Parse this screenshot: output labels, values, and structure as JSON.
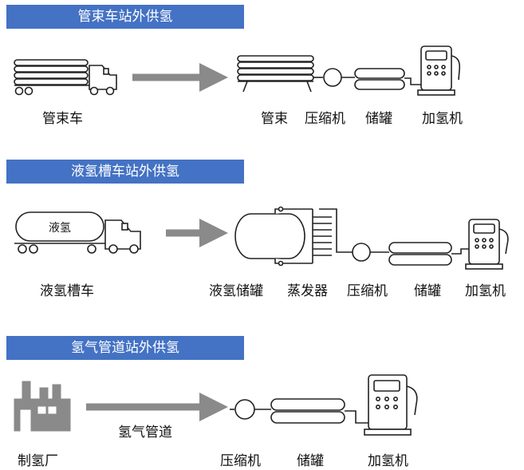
{
  "sections": [
    {
      "title": "管束车站外供氢",
      "source_label": "管束车",
      "station_labels": [
        "管束",
        "压缩机",
        "储罐",
        "加氢机"
      ]
    },
    {
      "title": "液氢槽车站外供氢",
      "tank_text": "液氢",
      "source_label": "液氢槽车",
      "station_labels": [
        "液氢储罐",
        "蒸发器",
        "压缩机",
        "储罐",
        "加氢机"
      ]
    },
    {
      "title": "氢气管道站外供氢",
      "source_label": "制氢厂",
      "arrow_label": "氢气管道",
      "station_labels": [
        "压缩机",
        "储罐",
        "加氢机"
      ]
    }
  ],
  "colors": {
    "banner": "#4472c4",
    "arrow": "#8a8a8a",
    "line": "#222222"
  }
}
